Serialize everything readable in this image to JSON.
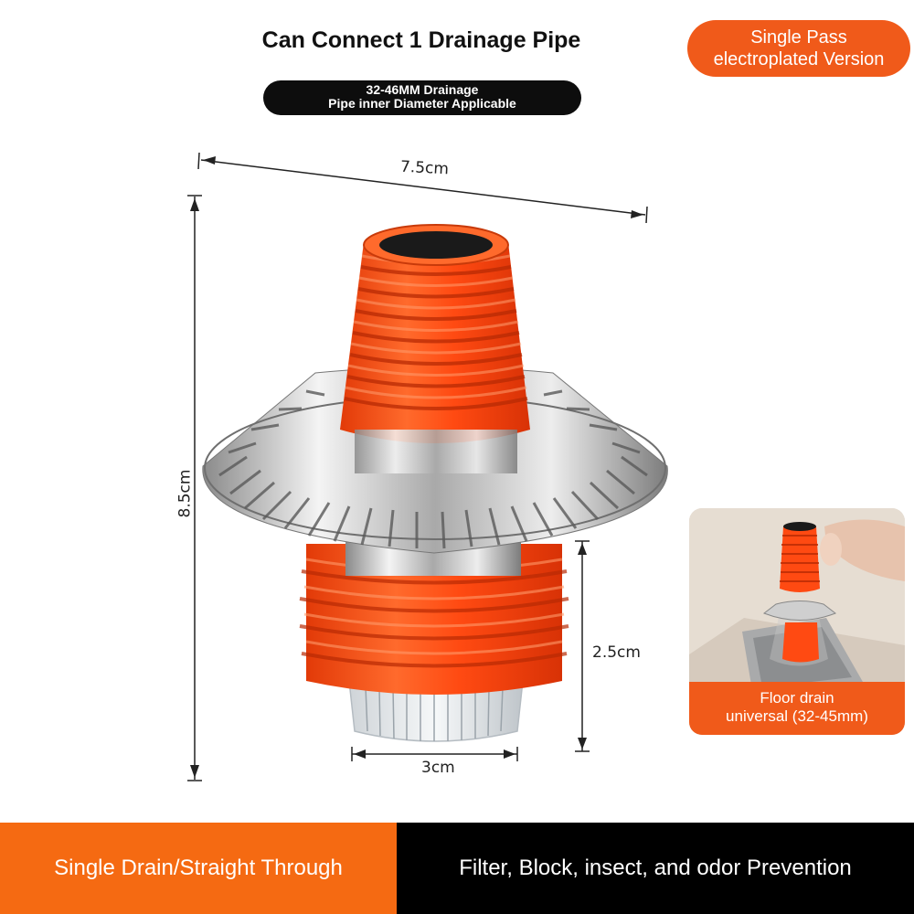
{
  "header": {
    "title": "Can Connect 1 Drainage Pipe",
    "badge_line1": "Single Pass",
    "badge_line2": "electroplated Version",
    "spec_line1": "32-46MM Drainage",
    "spec_line2": "Pipe inner Diameter Applicable"
  },
  "dimensions": {
    "width": "7.5cm",
    "height": "8.5cm",
    "lower_height": "2.5cm",
    "base_width": "3cm"
  },
  "inset": {
    "caption_line1": "Floor drain",
    "caption_line2": "universal (32-45mm)"
  },
  "footer": {
    "left": "Single Drain/Straight Through",
    "right": "Filter, Block, insect, and odor Prevention"
  },
  "colors": {
    "accent_orange": "#f05a1a",
    "silicone_orange": "#ff4a12",
    "dark": "#0d0d0d"
  }
}
